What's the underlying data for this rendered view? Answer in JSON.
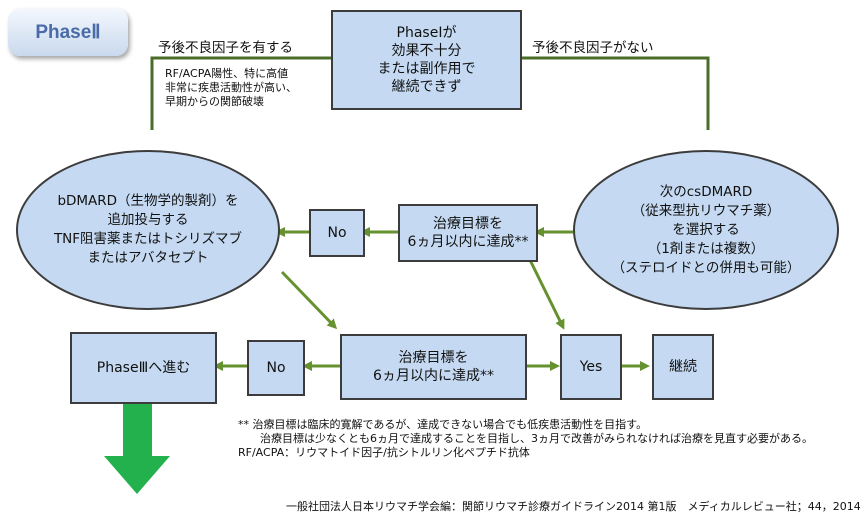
{
  "phase_badge": "PhaseⅡ",
  "label_left": "予後不良因子を有する",
  "label_right": "予後不良因子がない",
  "risk_note": "RF/ACPA陽性、特に高値\n非常に疾患活動性が高い、\n早期からの関節破壊",
  "top_box": "PhaseⅠが\n効果不十分\nまたは副作用で\n継続できず",
  "left_ellipse": "bDMARD（生物学的製剤）を\n追加投与する\nTNF阻害薬またはトシリズマブ\nまたはアバタセプト",
  "right_ellipse": "次のcsDMARD\n（従来型抗リウマチ薬）\nを選択する\n（1剤または複数）\n（ステロイドとの併用も可能）",
  "goal_box_upper": "治療目標を\n6ヵ月以内に達成**",
  "goal_box_lower": "治療目標を\n6ヵ月以内に達成**",
  "no_upper": "No",
  "no_lower": "No",
  "phase3_box": "PhaseⅢへ進む",
  "yes_box": "Yes",
  "continue_box": "継続",
  "footnote": "** 治療目標は臨床的寛解であるが、達成できない場合でも低疾患活動性を目指す。\n　　治療目標は少なくとも6ヵ月で達成することを目指し、3ヵ月で改善がみられなければ治療を見直す必要がある。\nRF/ACPA：リウマトイド因子/抗シトルリン化ペプチド抗体",
  "source": "一般社団法人日本リウマチ学会編：関節リウマチ診療ガイドライン2014 第1版　メディカルレビュー社；44，2014",
  "colors": {
    "box_fill": "#c5daf2",
    "arrow": "#66912f",
    "big_arrow": "#22b14c",
    "line": "#3c3c3c"
  }
}
